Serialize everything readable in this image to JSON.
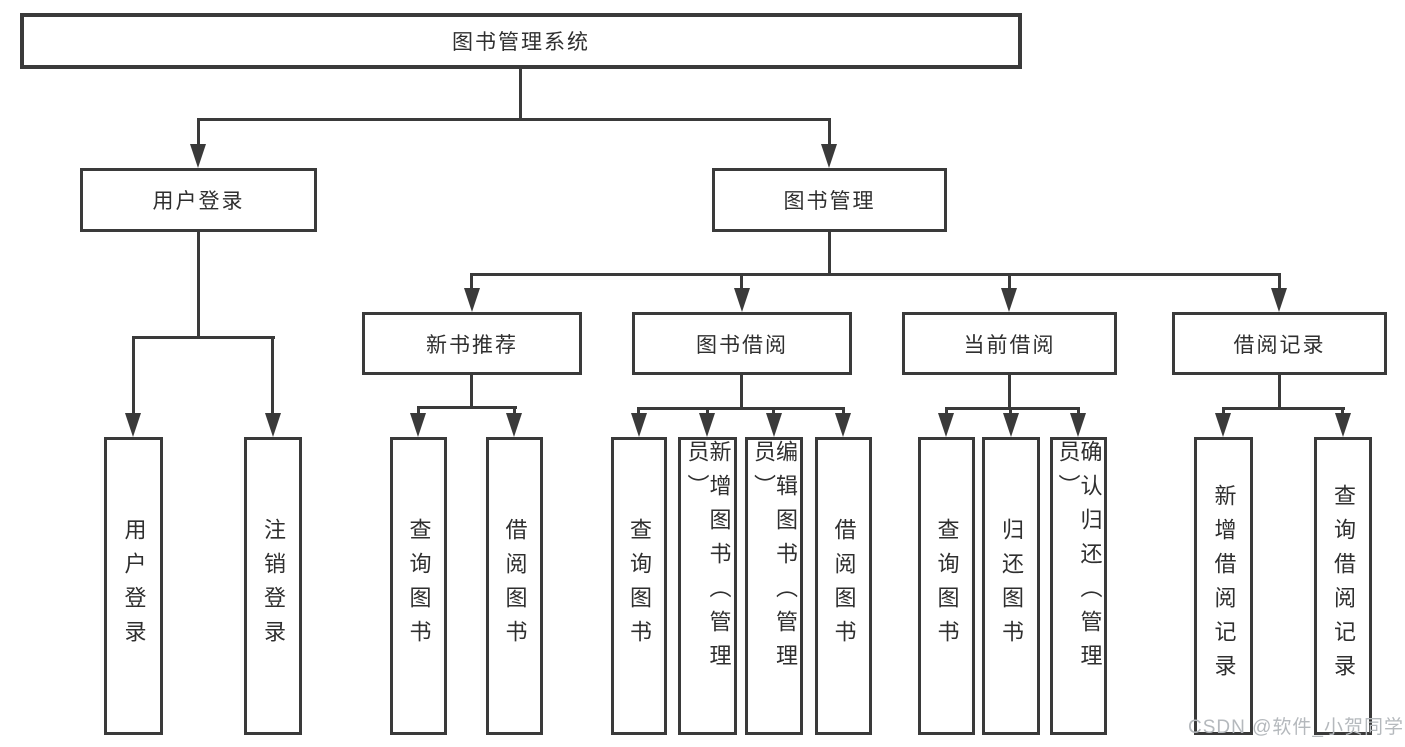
{
  "tree": {
    "root": {
      "label": "图书管理系统"
    },
    "level2": [
      {
        "label": "用户登录"
      },
      {
        "label": "图书管理"
      }
    ],
    "level3": [
      {
        "label": "新书推荐"
      },
      {
        "label": "图书借阅"
      },
      {
        "label": "当前借阅"
      },
      {
        "label": "借阅记录"
      }
    ],
    "level4": [
      {
        "label": "用户登录"
      },
      {
        "label": "注销登录"
      },
      {
        "label": "查询图书"
      },
      {
        "label": "借阅图书"
      },
      {
        "label": "查询图书"
      },
      {
        "label": "新增图书（管理员）"
      },
      {
        "label": "编辑图书（管理员）"
      },
      {
        "label": "借阅图书"
      },
      {
        "label": "查询图书"
      },
      {
        "label": "归还图书"
      },
      {
        "label": "确认归还（管理员）"
      },
      {
        "label": "新增借阅记录"
      },
      {
        "label": "查询借阅记录"
      }
    ]
  },
  "watermark": {
    "text": "CSDN @软件_小贺同学"
  },
  "colors": {
    "line": "#3a3a3a",
    "text": "#2f2f2f",
    "watermark": "#b5b9bd",
    "background": "#ffffff"
  }
}
